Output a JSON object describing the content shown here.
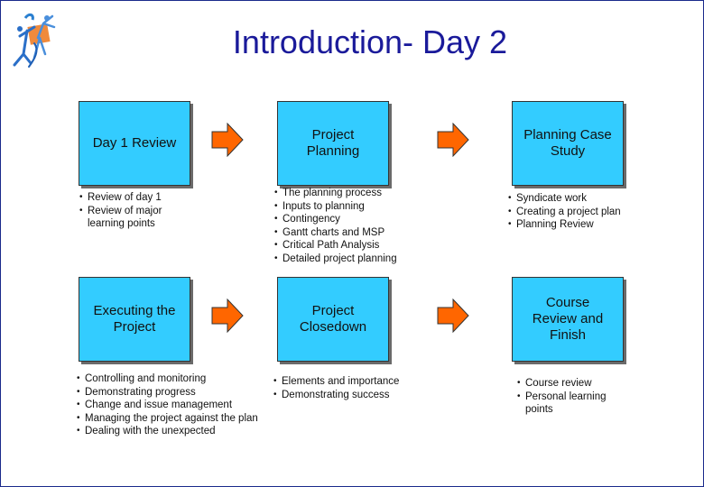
{
  "title": "Introduction- Day 2",
  "colors": {
    "box_fill": "#33ccff",
    "arrow_fill": "#ff6600",
    "title_color": "#1a1a9a"
  },
  "boxes": {
    "day1_review": "Day 1 Review",
    "project_planning": "Project\nPlanning",
    "planning_case_study": "Planning Case\nStudy",
    "executing_project": "Executing the\nProject",
    "project_closedown": "Project\nClosedown",
    "course_review": "Course\nReview and\nFinish"
  },
  "lists": {
    "day1_review": [
      "Review of day 1",
      "Review of major\nlearning points"
    ],
    "project_planning": [
      "The planning process",
      "Inputs to planning",
      "Contingency",
      "Gantt charts and MSP",
      "Critical Path Analysis",
      "Detailed project planning"
    ],
    "planning_case_study": [
      "Syndicate work",
      "Creating a project plan",
      "Planning Review"
    ],
    "executing_project": [
      "Controlling and monitoring",
      "Demonstrating progress",
      "Change and issue management",
      "Managing the project against the plan",
      "Dealing with the unexpected"
    ],
    "project_closedown": [
      "Elements and importance",
      "Demonstrating success"
    ],
    "course_review": [
      "Course review",
      "Personal learning\npoints"
    ]
  }
}
